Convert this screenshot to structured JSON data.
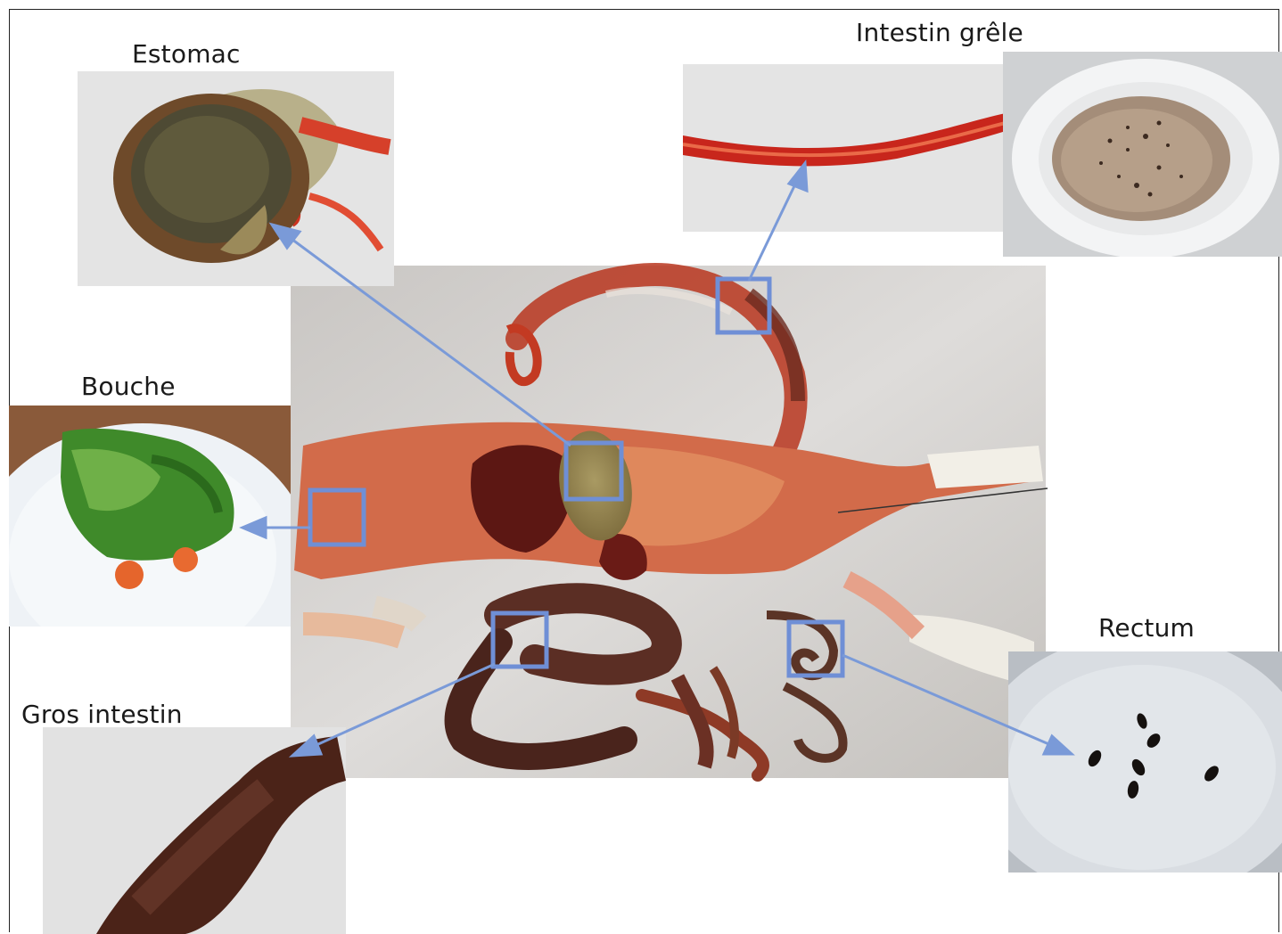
{
  "labels": {
    "estomac": "Estomac",
    "intestin_grele": "Intestin grêle",
    "bouche": "Bouche",
    "rectum": "Rectum",
    "gros_intestin": "Gros intestin"
  },
  "colors": {
    "highlight_box": "#6f8fd6",
    "arrow": "#7a9ad8",
    "frame": "#222222"
  }
}
